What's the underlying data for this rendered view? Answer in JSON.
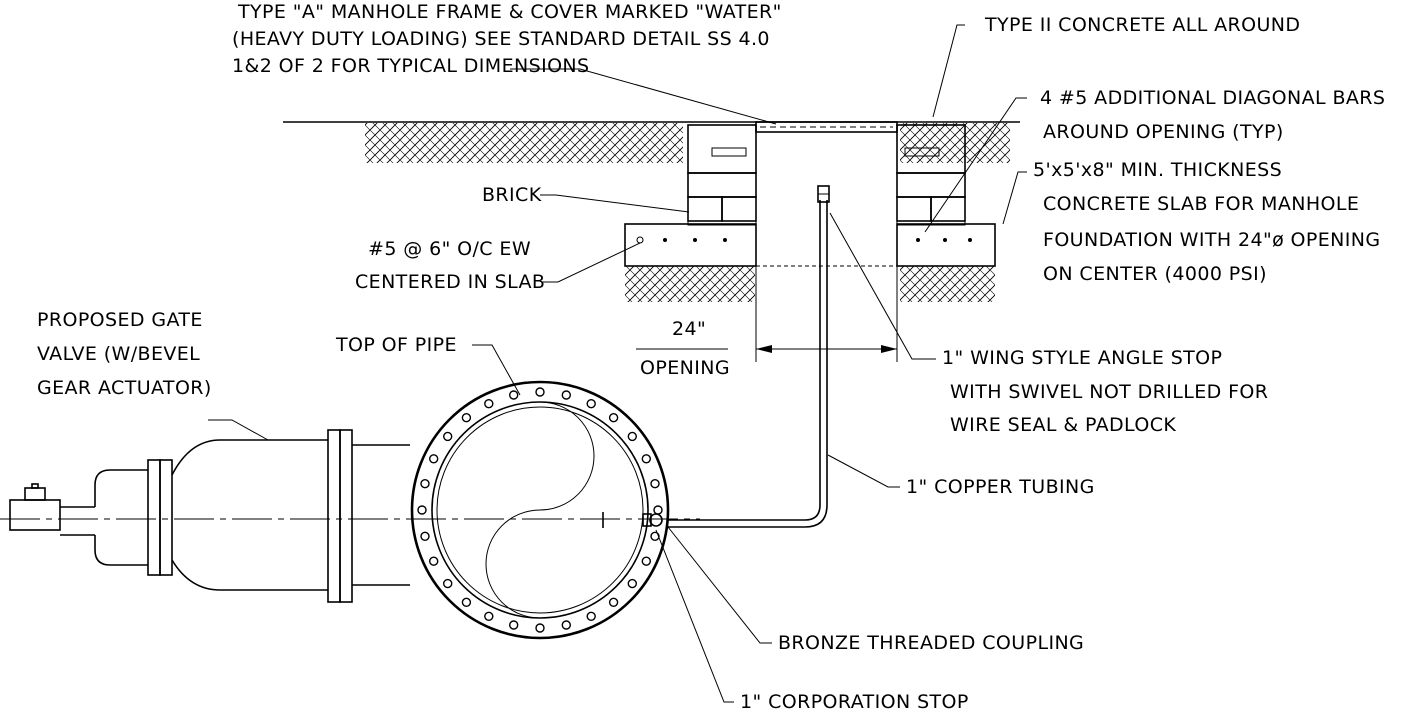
{
  "diagram": {
    "labels": {
      "frame_cover_1": "TYPE \"A\" MANHOLE FRAME & COVER MARKED \"WATER\"",
      "frame_cover_2": "(HEAVY DUTY LOADING) SEE STANDARD DETAIL SS 4.0",
      "frame_cover_3": "1&2 OF 2 FOR TYPICAL DIMENSIONS",
      "concrete": "TYPE II CONCRETE ALL AROUND",
      "bars_1": "4 #5 ADDITIONAL DIAGONAL BARS",
      "bars_2": "AROUND OPENING (TYP)",
      "slab_1": "5'x5'x8\" MIN. THICKNESS",
      "slab_2": "CONCRETE SLAB FOR MANHOLE",
      "slab_3": "FOUNDATION WITH 24\"ø OPENING",
      "slab_4": "ON CENTER (4000 PSI)",
      "brick": "BRICK",
      "rebar_1": "#5 @ 6\" O/C EW",
      "rebar_2": "CENTERED IN SLAB",
      "valve_1": "PROPOSED GATE",
      "valve_2": "VALVE (W/BEVEL",
      "valve_3": "GEAR ACTUATOR)",
      "top_of_pipe": "TOP OF PIPE",
      "opening_dim": "24\"",
      "opening_label": "OPENING",
      "angle_stop_1": "1\" WING STYLE ANGLE STOP",
      "angle_stop_2": "WITH SWIVEL NOT DRILLED FOR",
      "angle_stop_3": "WIRE SEAL & PADLOCK",
      "copper": "1\" COPPER TUBING",
      "coupling": "BRONZE THREADED COUPLING",
      "corp_stop": "1\" CORPORATION STOP"
    }
  }
}
